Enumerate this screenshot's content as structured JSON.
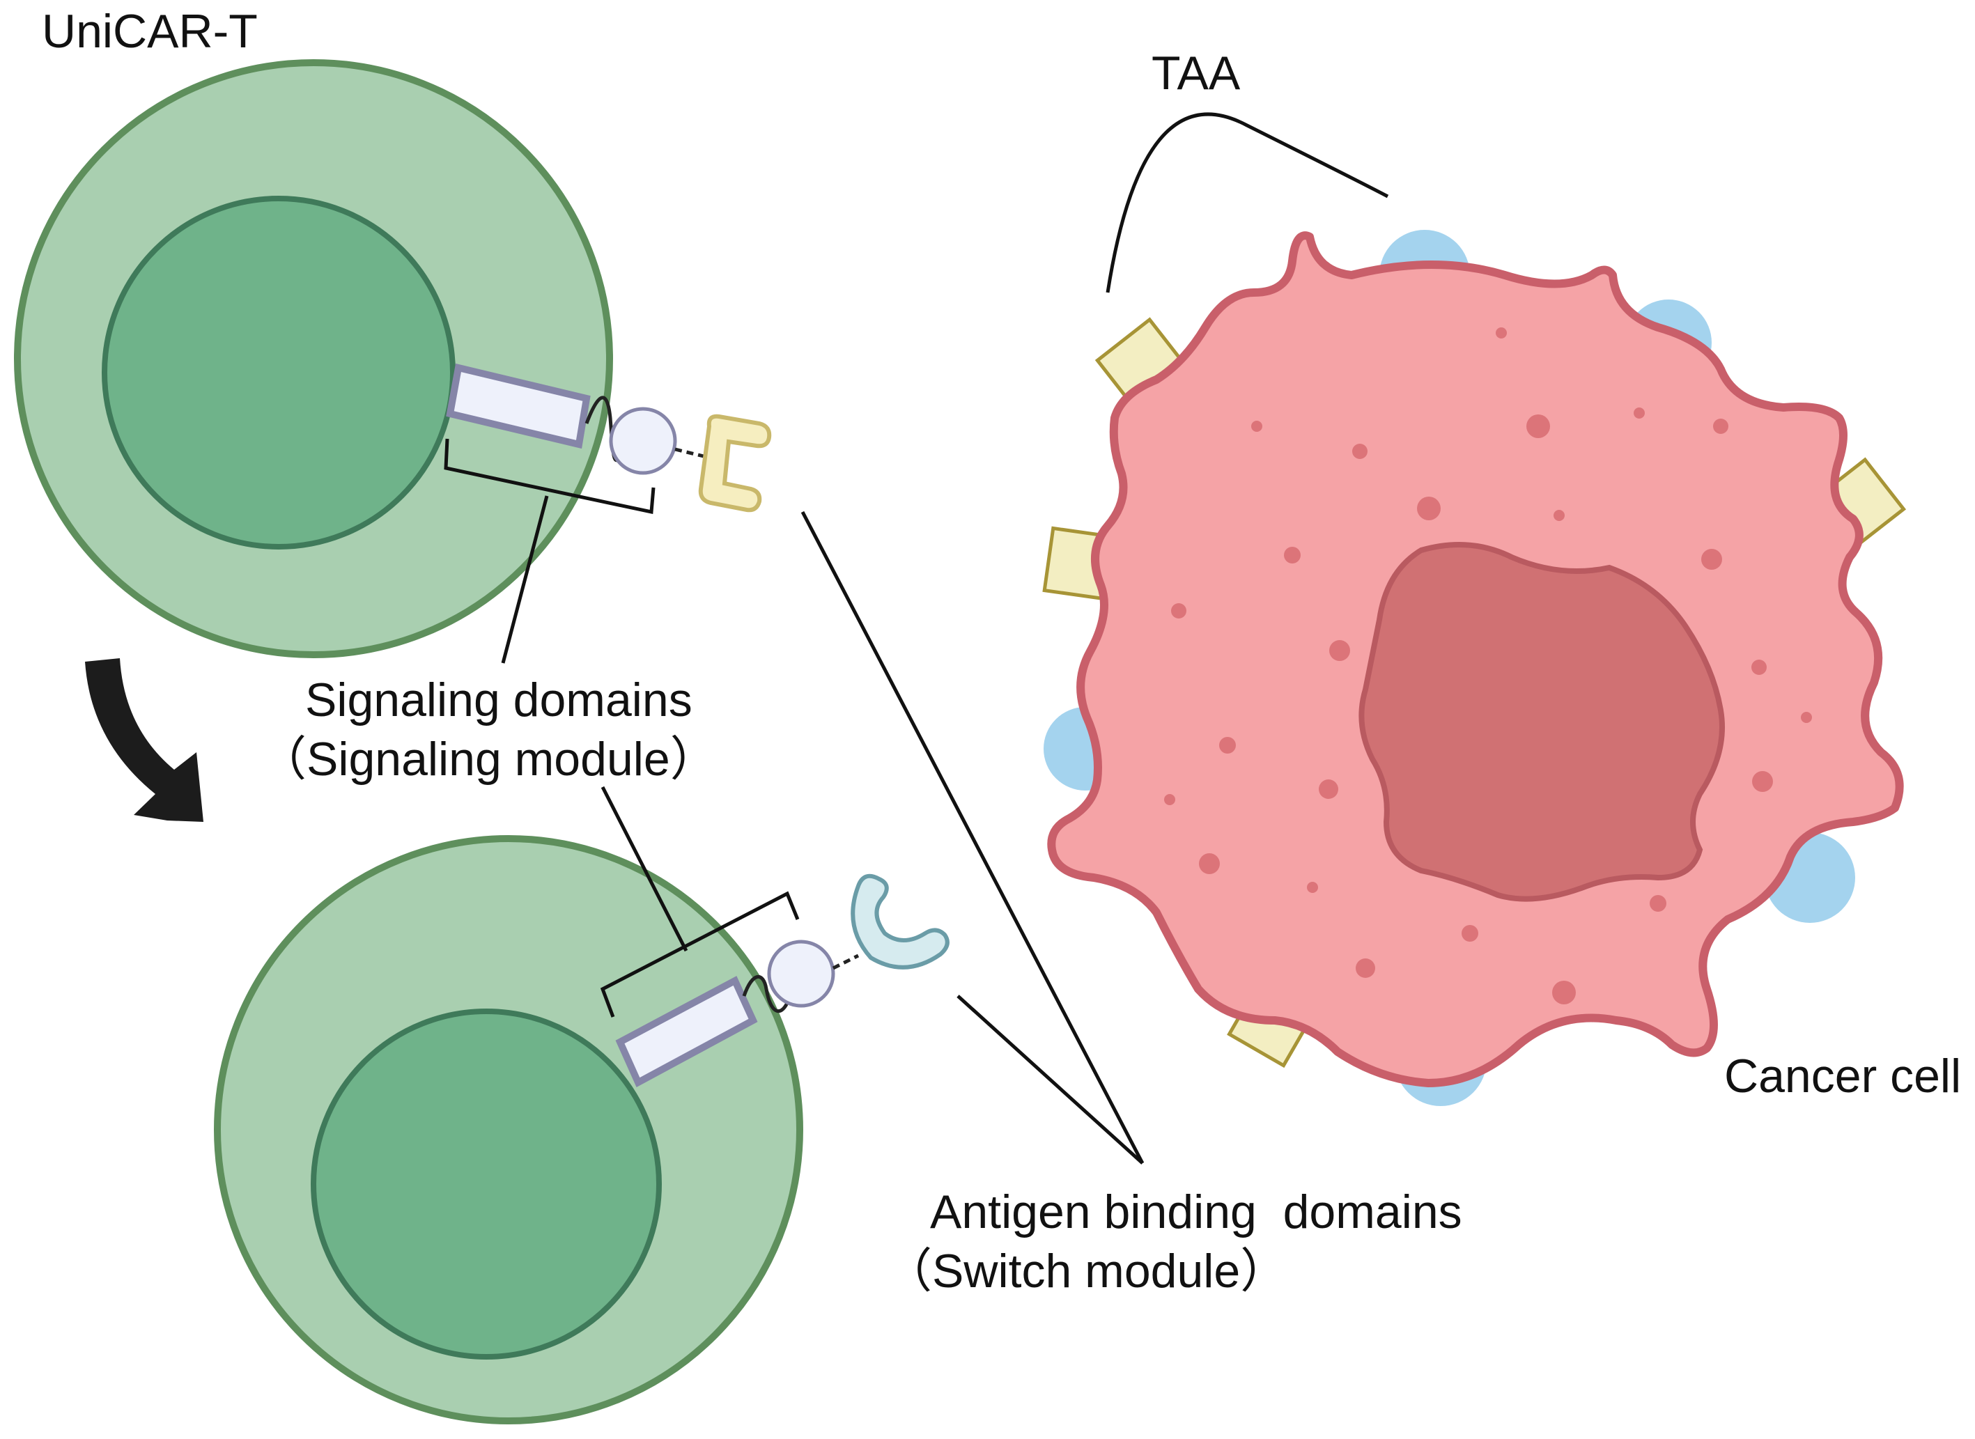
{
  "labels": {
    "title": "UniCAR-T",
    "taa": "TAA",
    "signaling_domains": "Signaling domains",
    "signaling_module": "（Signaling module）",
    "antigen_binding_domains": "Antigen binding  domains",
    "switch_module": "（Switch module）",
    "cancer_cell": "Cancer cell"
  },
  "colors": {
    "tcell_outer_fill": "#a9cfb0",
    "tcell_border": "#5e8f5c",
    "tcell_nucleus_fill": "#6fb38a",
    "tcell_nucleus_border": "#3f7a5a",
    "receptor_fill": "#eef1fb",
    "receptor_border": "#8585a8",
    "adapter_yellow_fill": "#f6eec0",
    "adapter_yellow_border": "#c9b86a",
    "adapter_blue_fill": "#d6ebef",
    "adapter_blue_border": "#6a9ca7",
    "cancer_fill": "#f5a3a6",
    "cancer_border": "#c95f6a",
    "cancer_nucleus_fill": "#d07173",
    "cancer_nucleus_border": "#b95a60",
    "cancer_dot": "#dc7479",
    "antigen_blue": "#a4d3ee",
    "antigen_yellow_fill": "#f3eec2",
    "antigen_yellow_border": "#a79436",
    "arrow": "#1c1c1c",
    "line": "#111111"
  }
}
